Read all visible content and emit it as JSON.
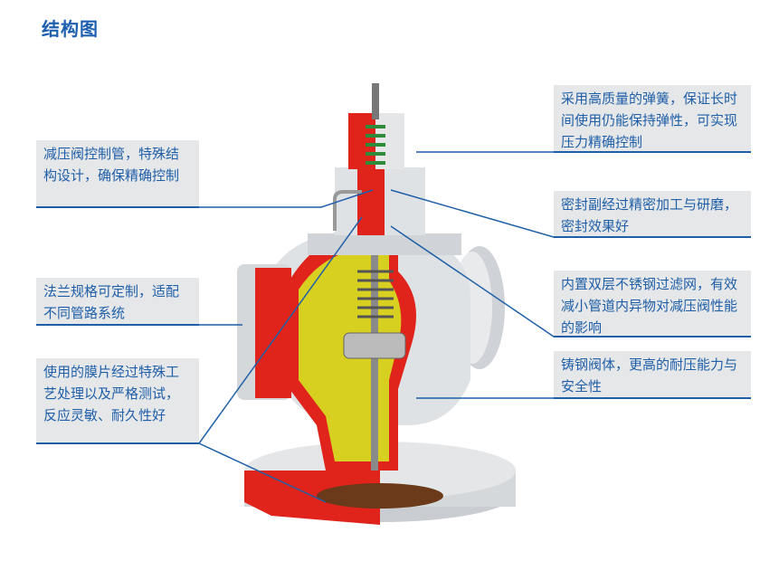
{
  "title": "结构图",
  "left_callouts": [
    {
      "text": "减压阀控制管，特殊结构设计，确保精确控制"
    },
    {
      "text": "法兰规格可定制，适配不同管路系统"
    },
    {
      "text": "使用的膜片经过特殊工艺处理以及严格测试，反应灵敏、耐久性好"
    }
  ],
  "right_callouts": [
    {
      "text": "采用高质量的弹簧，保证长时间使用仍能保持弹性，可实现压力精确控制"
    },
    {
      "text": "密封副经过精密加工与研磨，密封效果好"
    },
    {
      "text": "内置双层不锈钢过滤网，有效减小管道内异物对减压阀性能的影响"
    },
    {
      "text": "铸钢阀体，更高的耐压能力与安全性"
    }
  ],
  "colors": {
    "accent": "#1f5fa8",
    "box": "#e6e7e9",
    "cutaway": "#e0231b",
    "interior": "#d8d020",
    "body": "#d9dcdf"
  }
}
